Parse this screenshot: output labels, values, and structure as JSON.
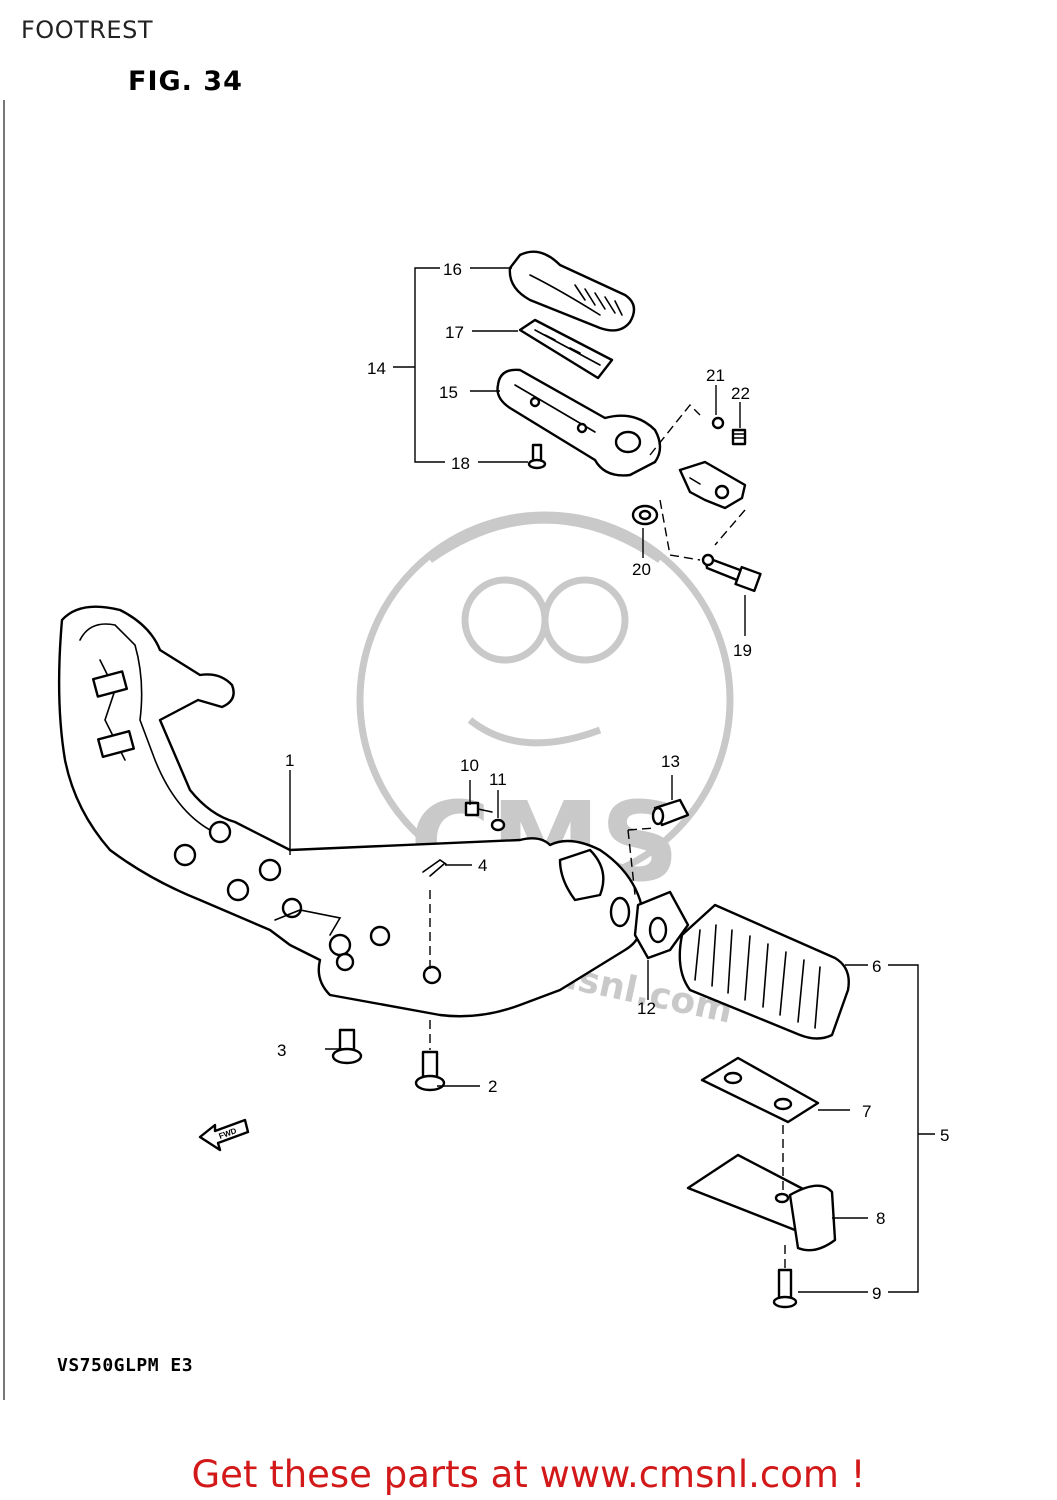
{
  "header": {
    "title": "FOOTREST"
  },
  "figure": {
    "label": "FIG. 34"
  },
  "model": {
    "code": "VS750GLPM E3"
  },
  "footer": {
    "link_text": "Get these parts at www.cmsnl.com !"
  },
  "direction_arrow": {
    "label": "FWD"
  },
  "watermark": {
    "text": "CMS",
    "url": "www.cmsnl.com"
  },
  "colors": {
    "footer_text": "#d21818",
    "line_art": "#000000",
    "watermark": "#c9c9c9"
  },
  "callouts": [
    "1",
    "2",
    "3",
    "4",
    "5",
    "6",
    "7",
    "8",
    "9",
    "10",
    "11",
    "12",
    "13",
    "14",
    "15",
    "16",
    "17",
    "18",
    "19",
    "20",
    "21",
    "22"
  ]
}
